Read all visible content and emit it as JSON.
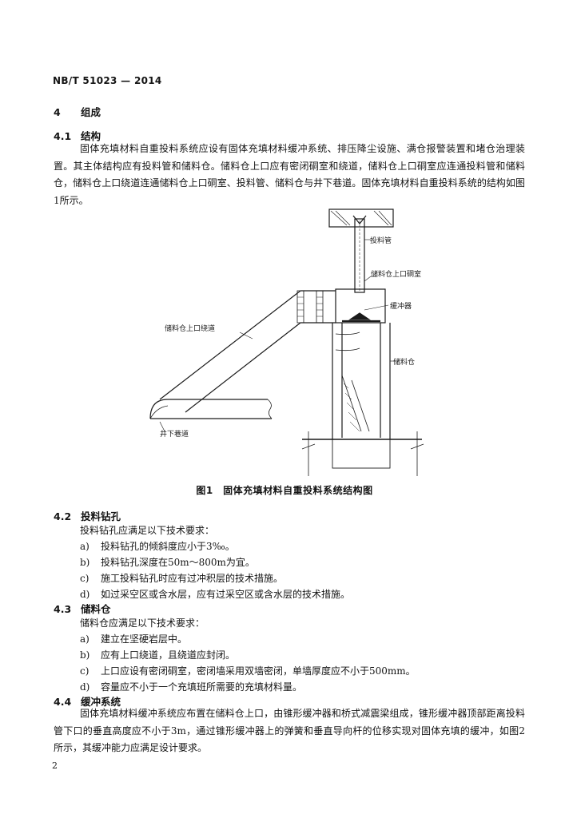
{
  "header": {
    "standard_code": "NB/T 51023 — 2014"
  },
  "section4": {
    "number": "4",
    "title": "组成"
  },
  "s41": {
    "number": "4.1",
    "title": "结构",
    "para": "固体充填材料自重投料系统应设有固体充填材料缓冲系统、排压降尘设施、满仓报警装置和堵仓治理装置。其主体结构应有投料管和储料仓。储料仓上口应有密闭硐室和绕道，储料仓上口硐室应连通投料管和储料仓，储料仓上口绕道连通储料仓上口硐室、投料管、储料仓与井下巷道。固体充填材料自重投料系统的结构如图1所示。"
  },
  "figure1": {
    "labels": {
      "feed_pipe": "投料管",
      "upper_chamber": "储料仓上口硐室",
      "buffer": "缓冲器",
      "bypass": "储料仓上口绕道",
      "silo": "储料仓",
      "roadway": "井下巷道"
    },
    "caption": "图1　固体充填材料自重投料系统结构图"
  },
  "s42": {
    "number": "4.2",
    "title": "投料钻孔",
    "intro": "投料钻孔应满足以下技术要求：",
    "items": [
      {
        "marker": "a)",
        "text": "投料钻孔的倾斜度应小于3‰。"
      },
      {
        "marker": "b)",
        "text": "投料钻孔深度在50m～800m为宜。"
      },
      {
        "marker": "c)",
        "text": "施工投料钻孔时应有过冲积层的技术措施。"
      },
      {
        "marker": "d)",
        "text": "如过采空区或含水层，应有过采空区或含水层的技术措施。"
      }
    ]
  },
  "s43": {
    "number": "4.3",
    "title": "储料仓",
    "intro": "储料仓应满足以下技术要求：",
    "items": [
      {
        "marker": "a)",
        "text": "建立在坚硬岩层中。"
      },
      {
        "marker": "b)",
        "text": "应有上口绕道，且绕道应封闭。"
      },
      {
        "marker": "c)",
        "text": "上口应设有密闭硐室，密闭墙采用双墙密闭，单墙厚度应不小于500mm。"
      },
      {
        "marker": "d)",
        "text": "容量应不小于一个充填班所需要的充填材料量。"
      }
    ]
  },
  "s44": {
    "number": "4.4",
    "title": "缓冲系统",
    "para": "固体充填材料缓冲系统应布置在储料仓上口，由锥形缓冲器和桥式减震梁组成，锥形缓冲器顶部距离投料管下口的垂直高度应不小于3m，通过锥形缓冲器上的弹簧和垂直导向杆的位移实现对固体充填的缓冲，如图2所示，其缓冲能力应满足设计要求。"
  },
  "page_number": "2"
}
